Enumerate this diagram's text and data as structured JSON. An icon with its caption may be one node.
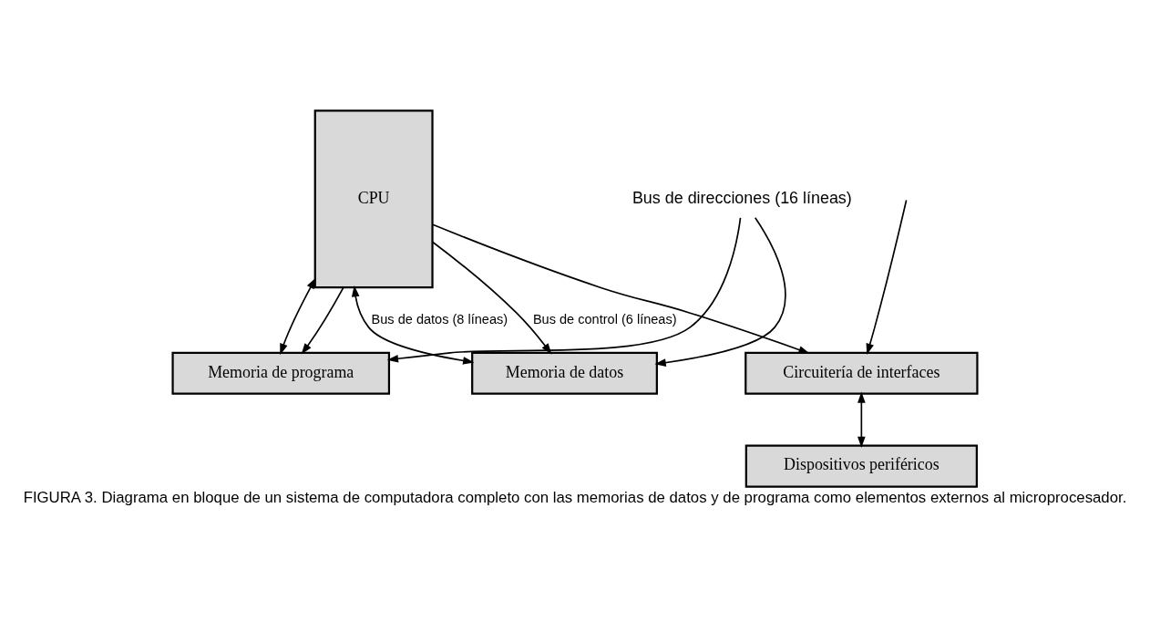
{
  "diagram": {
    "caption": "FIGURA 3. Diagrama en bloque de un sistema de computadora completo con las memorias de datos y de programa como elementos externos al microprocesador.",
    "nodes": [
      {
        "text": [
          "CPU"
        ]
      },
      {
        "text": [
          "Bus de direcciones (16 líneas)"
        ]
      },
      {
        "text": [
          "Memoria de datos"
        ]
      },
      {
        "text": [
          "Memoria de programa"
        ]
      },
      {
        "text": [
          "Circuitería de interfaces"
        ]
      },
      {
        "text": [
          "Dispositivos periféricos"
        ]
      }
    ],
    "edges": [
      {
        "from": 1,
        "to": 2,
        "arrow": "to"
      },
      {
        "from": 0,
        "to": 2,
        "arrow": "both",
        "label": "Bus de datos (8 líneas)"
      },
      {
        "from": 0,
        "to": 2,
        "arrow": "to",
        "label": "Bus de control (6 líneas)"
      },
      {
        "from": 1,
        "to": 3,
        "arrow": "to"
      },
      {
        "from": 0,
        "to": 3,
        "arrow": "both"
      },
      {
        "from": 0,
        "to": 3,
        "arrow": "to"
      },
      {
        "from": null,
        "to": 4,
        "arrow": "to"
      },
      {
        "from": 0,
        "to": 4,
        "arrow": "to"
      },
      {
        "from": 4,
        "to": 5,
        "arrow": "both"
      }
    ]
  }
}
